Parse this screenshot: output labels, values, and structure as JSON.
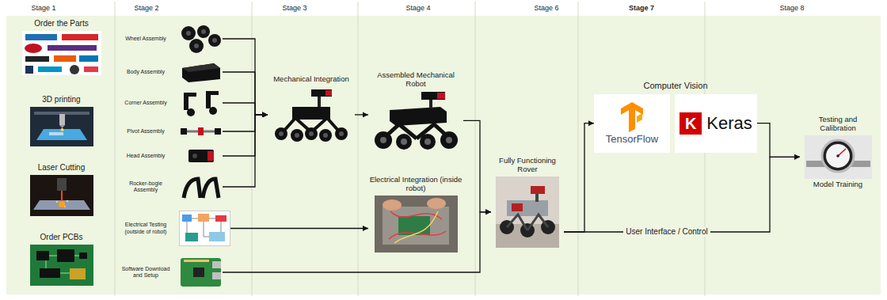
{
  "diagram": {
    "nodes": [
      {
        "text": [
          "Order the Parts"
        ]
      },
      {
        "text": [
          "3D printing"
        ]
      },
      {
        "text": [
          "Laser Cutting"
        ]
      },
      {
        "text": [
          "Order PCBs"
        ]
      },
      {
        "text": [
          "Wheel Assembly"
        ]
      },
      {
        "text": [
          "Body Assembly"
        ]
      },
      {
        "text": [
          "Corner Assembly"
        ]
      },
      {
        "text": [
          "Pivot Assembly"
        ]
      },
      {
        "text": [
          "Head Assembly"
        ]
      },
      {
        "text": [
          "Rocker-bogie Assembly"
        ]
      },
      {
        "text": [
          "Electrical Testing (outside of robot)"
        ]
      },
      {
        "text": [
          "Software Download and Setup"
        ]
      },
      {
        "text": [
          "Mechanical Integration"
        ]
      },
      {
        "text": [
          "Assembled Mechanical Robot"
        ]
      },
      {
        "text": [
          "Electrical Integration (inside robot)"
        ]
      },
      {
        "text": [
          "Fully Functioning Rover"
        ]
      },
      {
        "text": [
          "Computer Vision",
          "TensorFlow",
          "K",
          "Keras"
        ]
      },
      {
        "text": [
          "Testing and Calibration",
          "Model Training"
        ]
      }
    ],
    "edges": [
      {
        "from": 4,
        "to": 12,
        "arrow": "to"
      },
      {
        "from": 5,
        "to": 12,
        "arrow": "to"
      },
      {
        "from": 6,
        "to": 12,
        "arrow": "to"
      },
      {
        "from": 7,
        "to": 12,
        "arrow": "to"
      },
      {
        "from": 8,
        "to": 12,
        "arrow": "to"
      },
      {
        "from": 9,
        "to": 12,
        "arrow": "to"
      },
      {
        "from": 12,
        "to": 13,
        "arrow": "to"
      },
      {
        "from": 13,
        "to": 15,
        "arrow": "to"
      },
      {
        "from": 10,
        "to": 14,
        "arrow": "to"
      },
      {
        "from": 11,
        "to": 15,
        "arrow": "to"
      },
      {
        "from": 15,
        "to": 16,
        "arrow": "to"
      },
      {
        "from": 15,
        "to": 17,
        "label": "User Interface / Control",
        "arrow": "to"
      },
      {
        "from": 16,
        "to": 17,
        "arrow": "to"
      }
    ],
    "labels": [
      "Stage 1",
      "Stage 2",
      "Stage 3",
      "Stage 4",
      "Stage 6",
      "Stage 7",
      "Stage 8"
    ]
  }
}
